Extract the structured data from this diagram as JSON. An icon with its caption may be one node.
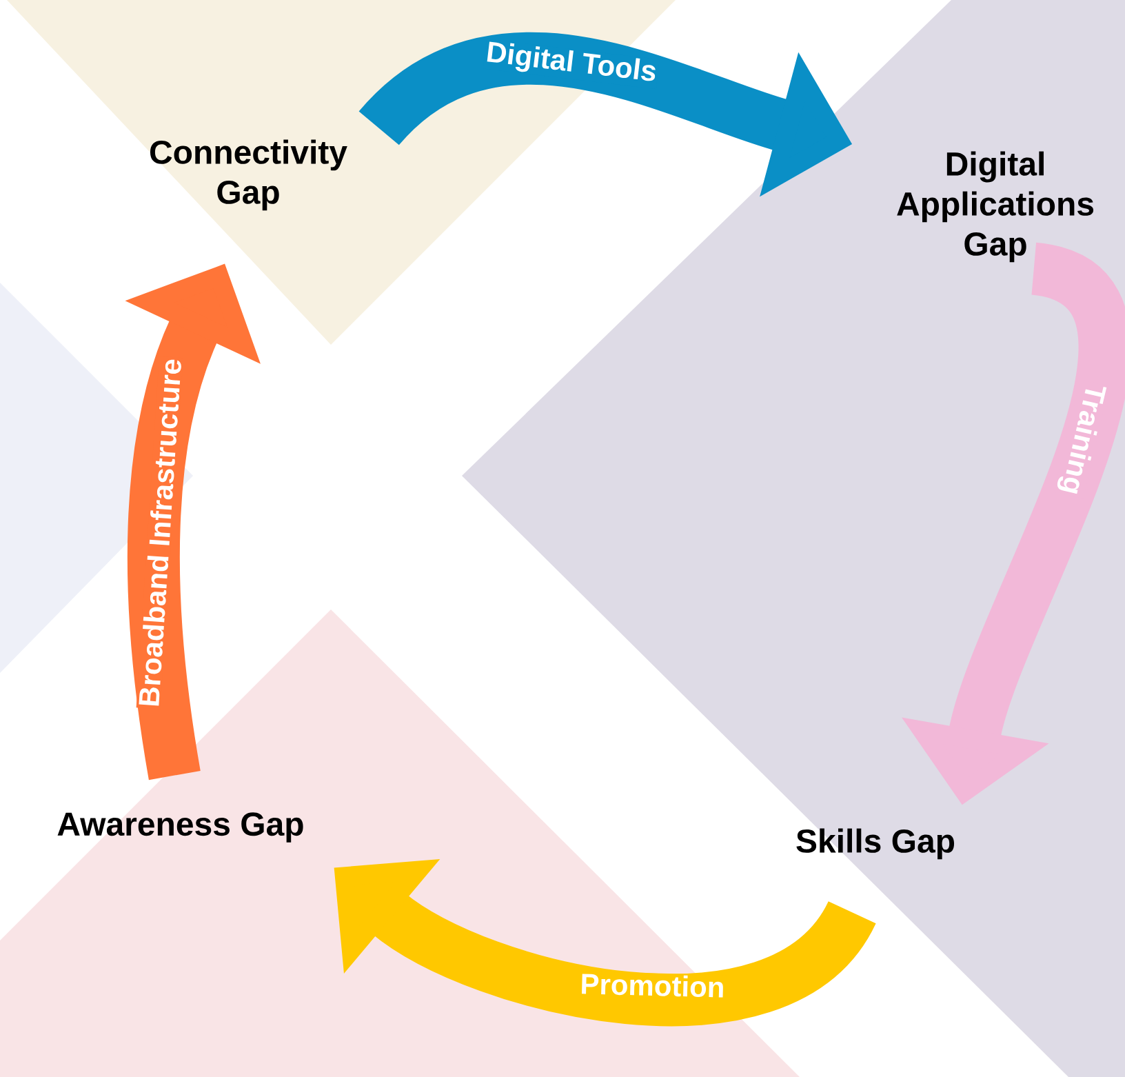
{
  "diagram": {
    "nodes": [
      {
        "text": [
          "Connectivity Gap"
        ]
      },
      {
        "text": [
          "Digital Applications Gap"
        ]
      },
      {
        "text": [
          "Skills Gap"
        ]
      },
      {
        "text": [
          "Awareness Gap"
        ]
      }
    ],
    "edges": [
      {
        "from": 0,
        "to": 1,
        "arrow": "to",
        "label": "Digital Tools",
        "color": "#0a8fc6"
      },
      {
        "from": 1,
        "to": 2,
        "arrow": "to",
        "label": "Training",
        "color": "#f2b8d8"
      },
      {
        "from": 2,
        "to": 3,
        "arrow": "to",
        "label": "Promotion",
        "color": "#ffc800"
      },
      {
        "from": 3,
        "to": 0,
        "arrow": "to",
        "label": "Broadband Infrastructure",
        "color": "#ff7538"
      }
    ]
  }
}
